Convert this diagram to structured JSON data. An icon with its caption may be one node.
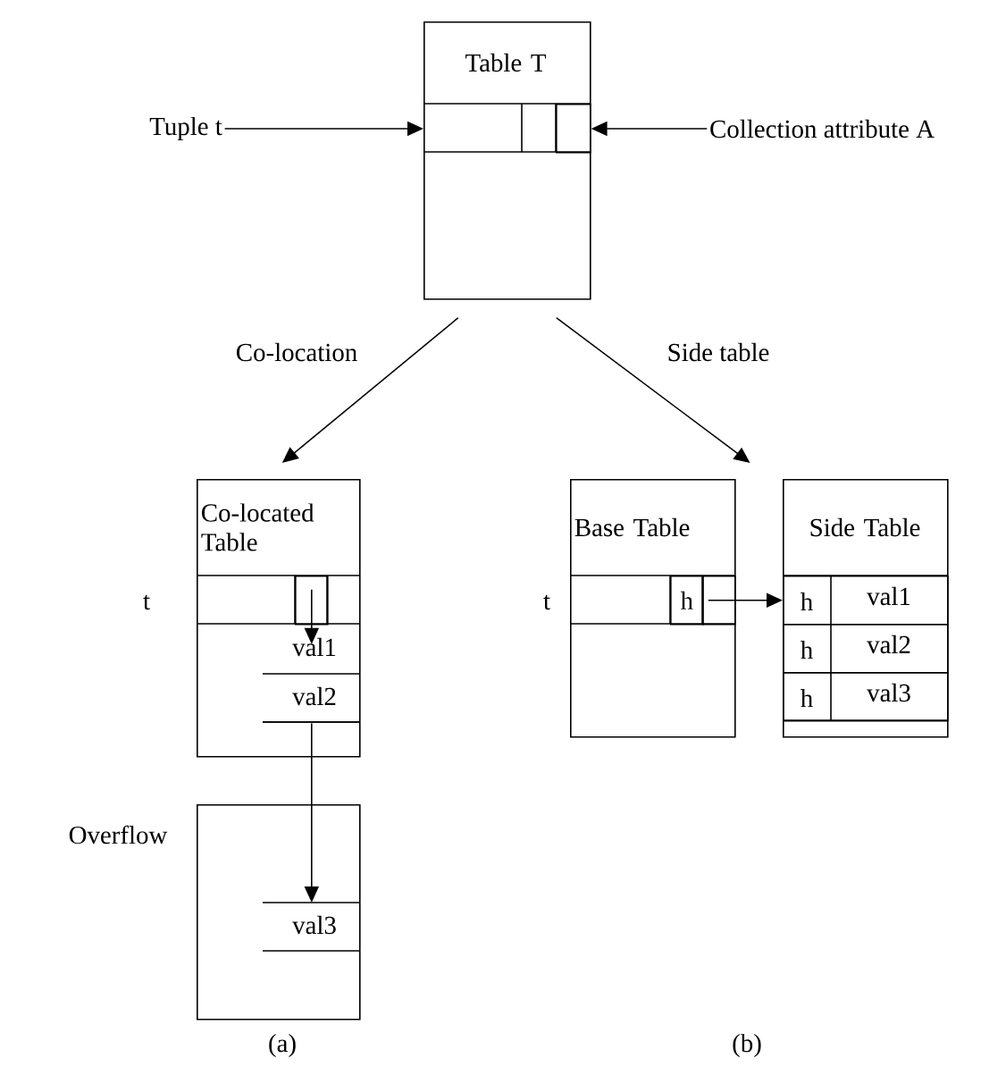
{
  "diagram": {
    "nodes": [
      {
        "text": [
          "Table T"
        ]
      },
      {
        "text": [
          "Tuple t"
        ]
      },
      {
        "text": [],
        "shape": "box",
        "in": 0
      },
      {
        "text": [
          "Collection attribute A"
        ]
      },
      {
        "text": [
          "Co-located Table"
        ],
        "beside": [
          "t"
        ]
      },
      {
        "text": [],
        "shape": "box",
        "in": 4
      },
      {
        "text": [
          "val1"
        ],
        "in": 4
      },
      {
        "text": [
          "val2"
        ],
        "in": 4
      },
      {
        "text": [],
        "shape": "box",
        "beside": [
          "Overflow"
        ]
      },
      {
        "text": [
          "val3"
        ],
        "in": 8
      },
      {
        "text": [
          "Base Table"
        ],
        "beside": [
          "t"
        ]
      },
      {
        "text": [
          "h"
        ],
        "in": 10
      },
      {
        "text": [],
        "shape": "box",
        "in": 10
      },
      {
        "text": [
          "Side Table"
        ]
      },
      {
        "text": [
          "h",
          "val1"
        ],
        "in": 13
      },
      {
        "text": [
          "h",
          "val2"
        ],
        "in": 13
      },
      {
        "text": [
          "h",
          "val3"
        ],
        "in": 13
      }
    ],
    "edges": [
      {
        "from": 1,
        "to": 0,
        "arrow": "to"
      },
      {
        "from": 3,
        "to": 2,
        "arrow": "to"
      },
      {
        "from": 0,
        "to": 4,
        "arrow": "to",
        "label": "Co-location"
      },
      {
        "from": 0,
        "to": 10,
        "arrow": "to",
        "label": "Side table"
      },
      {
        "from": 5,
        "to": 6,
        "arrow": "to"
      },
      {
        "from": 7,
        "to": 9,
        "arrow": "to"
      },
      {
        "from": 12,
        "to": 14,
        "arrow": "to"
      }
    ],
    "labels": [
      "(a)",
      "(b)"
    ]
  }
}
